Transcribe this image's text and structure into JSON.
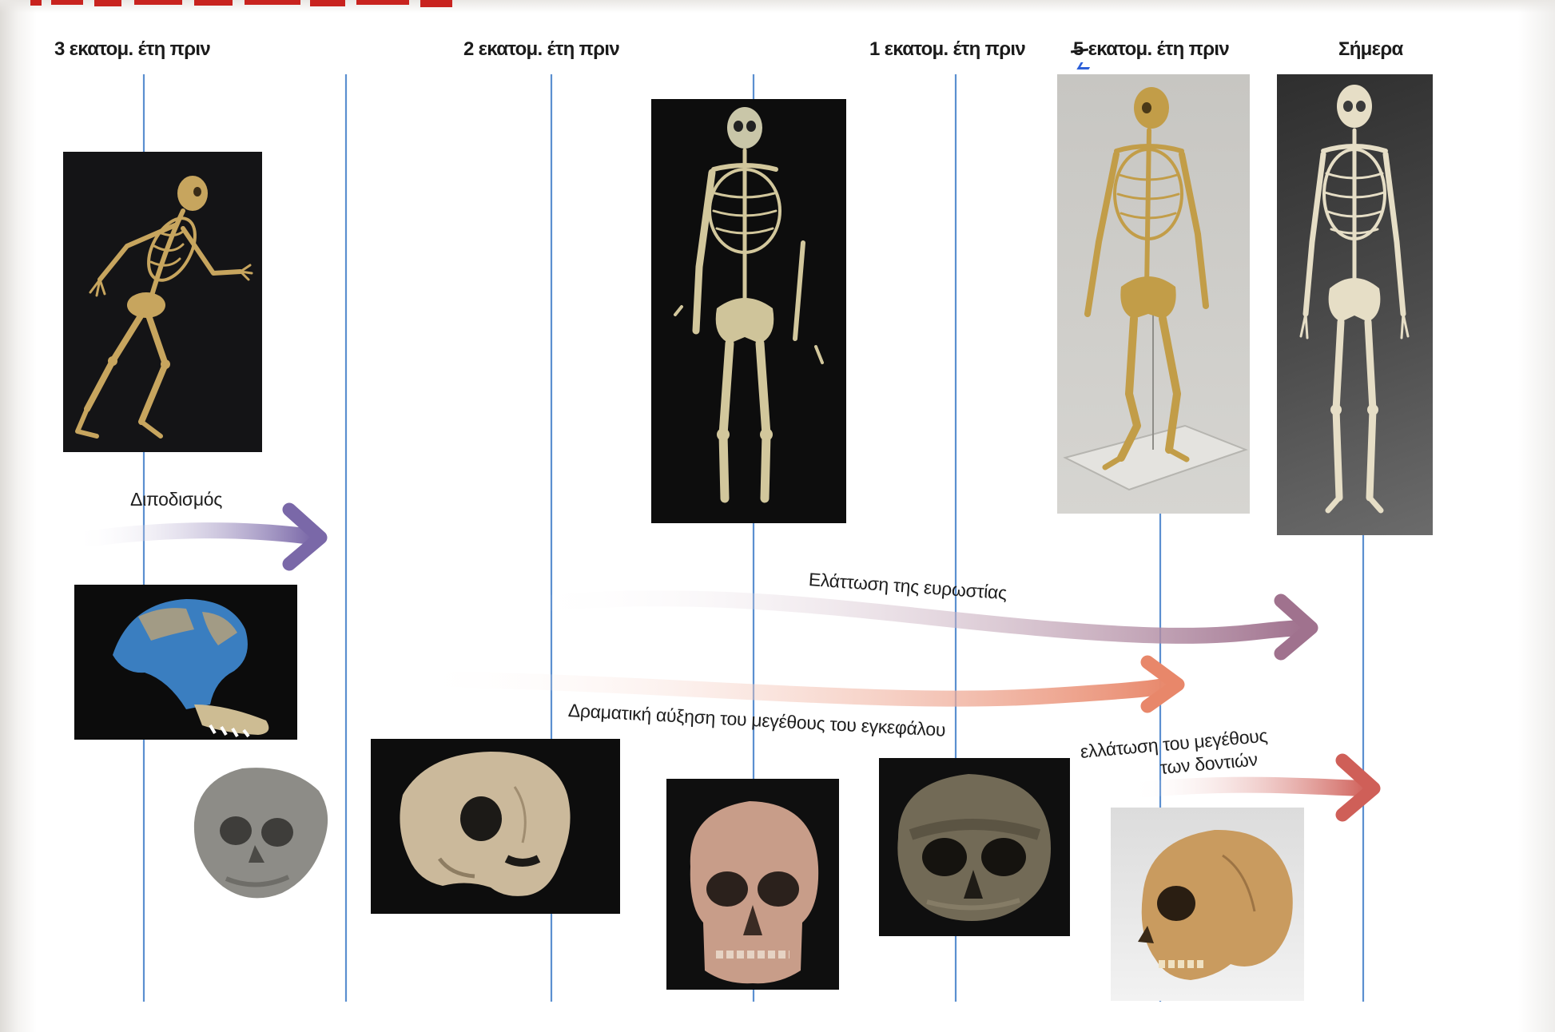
{
  "timeline": {
    "markers": [
      "3 εκατομ. έτη πριν",
      "2 εκατομ. έτη πριν",
      "1 εκατομ. έτη πριν",
      "5 εκατομ. έτη πριν",
      "Σήμερα"
    ]
  },
  "trends": {
    "bipedalism": "Διποδισμός",
    "robusticity": "Ελάττωση της ευρωστίας",
    "brain_size": "Δραματική αύξηση του μεγέθους του εγκεφάλου",
    "teeth_size": [
      "ελλάτωση του μεγέθους",
      "των δοντιών"
    ]
  },
  "colors": {
    "timeline_line": "#5b8fd0",
    "bipedalism_arrow": "#7a68a8",
    "robusticity_arrow": "#a0728e",
    "brain_arrow": "#e8876a",
    "teeth_arrow": "#cf5f58"
  }
}
